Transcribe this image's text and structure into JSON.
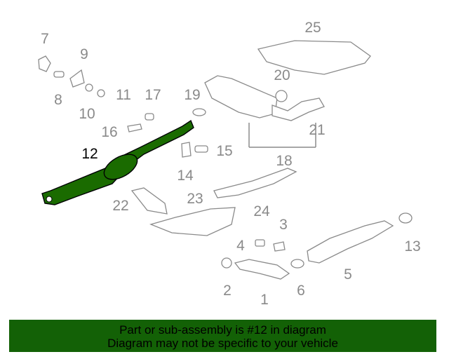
{
  "diagram": {
    "highlighted_part": "12",
    "callouts": [
      "7",
      "8",
      "9",
      "10",
      "11",
      "17",
      "16",
      "19",
      "20",
      "25",
      "21",
      "18",
      "15",
      "14",
      "12",
      "22",
      "23",
      "24",
      "3",
      "4",
      "2",
      "1",
      "6",
      "5",
      "13"
    ]
  },
  "banner": {
    "line1": "Part or sub-assembly is #12 in diagram",
    "line2": "Diagram may not be specific to your vehicle",
    "background_color": "#136106"
  },
  "colors": {
    "highlight": "#1a6b00",
    "outline": "#8a8a8a"
  }
}
